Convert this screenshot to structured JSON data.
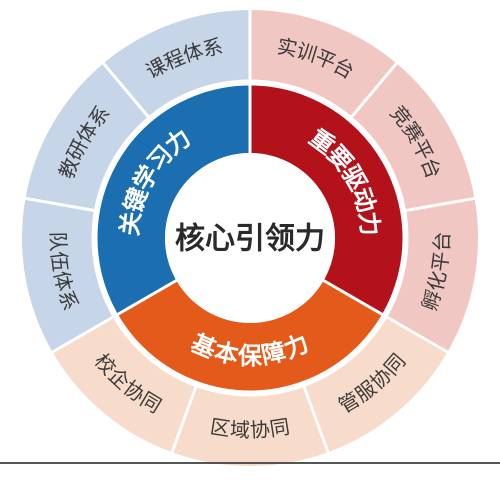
{
  "center": {
    "label": "核心引领力"
  },
  "middle_ring": [
    {
      "label": "关键学习力",
      "color": "#1b6fb0"
    },
    {
      "label": "重要驱动力",
      "color": "#b3121b"
    },
    {
      "label": "基本保障力",
      "color": "#e35a1a"
    }
  ],
  "outer_ring": [
    {
      "label": "课程体系",
      "color": "#c7d5e8"
    },
    {
      "label": "实训平台",
      "color": "#f1c7c3"
    },
    {
      "label": "竞赛平台",
      "color": "#f1c7c3"
    },
    {
      "label": "孵化平台",
      "color": "#f1c7c3"
    },
    {
      "label": "管服协同",
      "color": "#f8dccb"
    },
    {
      "label": "区域协同",
      "color": "#f8dccb"
    },
    {
      "label": "校企协同",
      "color": "#f8dccb"
    },
    {
      "label": "队伍体系",
      "color": "#c7d5e8"
    },
    {
      "label": "教研体系",
      "color": "#c7d5e8"
    }
  ]
}
